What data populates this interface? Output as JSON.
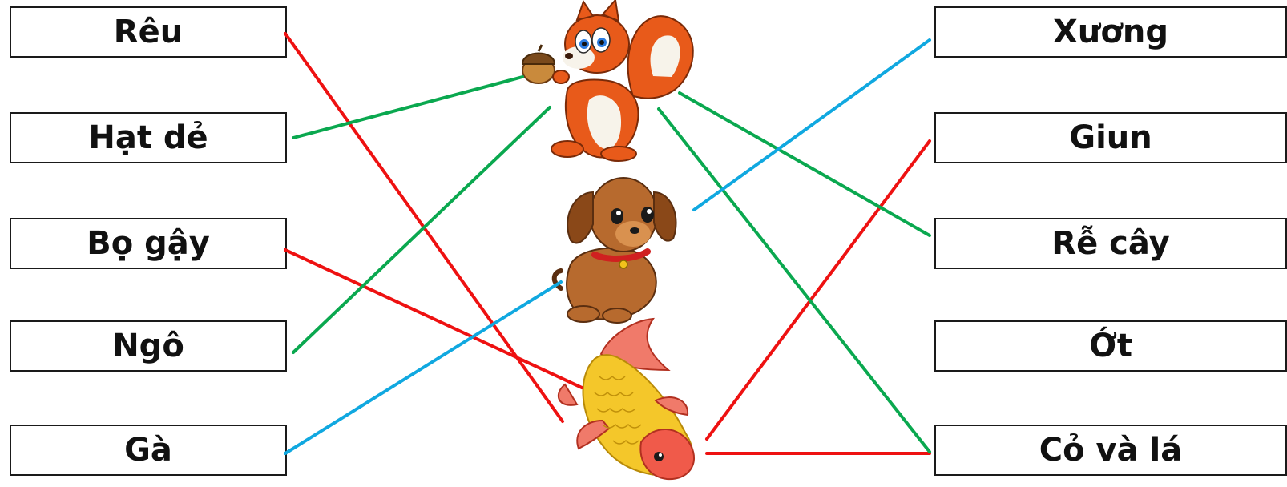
{
  "left_items": [
    {
      "label": "Rêu"
    },
    {
      "label": "Hạt dẻ"
    },
    {
      "label": "Bọ gậy"
    },
    {
      "label": "Ngô"
    },
    {
      "label": "Gà"
    }
  ],
  "right_items": [
    {
      "label": "Xương"
    },
    {
      "label": "Giun"
    },
    {
      "label": "Rễ cây"
    },
    {
      "label": "Ớt"
    },
    {
      "label": "Cỏ và lá"
    }
  ],
  "animals": [
    {
      "name": "squirrel"
    },
    {
      "name": "puppy"
    },
    {
      "name": "fish"
    }
  ],
  "line_colors": {
    "squirrel": "#0aa84f",
    "puppy": "#10a8e0",
    "fish": "#ee1111"
  },
  "connections": [
    {
      "from": "Rêu",
      "to": "fish",
      "color": "#ee1111"
    },
    {
      "from": "Bọ gậy",
      "to": "fish",
      "color": "#ee1111"
    },
    {
      "from": "Giun",
      "to": "fish",
      "color": "#ee1111"
    },
    {
      "from": "Cỏ và lá",
      "to": "fish",
      "color": "#ee1111"
    },
    {
      "from": "Hạt dẻ",
      "to": "squirrel",
      "color": "#0aa84f"
    },
    {
      "from": "Ngô",
      "to": "squirrel",
      "color": "#0aa84f"
    },
    {
      "from": "Rễ cây",
      "to": "squirrel",
      "color": "#0aa84f"
    },
    {
      "from": "Cỏ và lá",
      "to": "squirrel",
      "color": "#0aa84f"
    },
    {
      "from": "Xương",
      "to": "puppy",
      "color": "#10a8e0"
    },
    {
      "from": "Gà",
      "to": "puppy",
      "color": "#10a8e0"
    }
  ]
}
